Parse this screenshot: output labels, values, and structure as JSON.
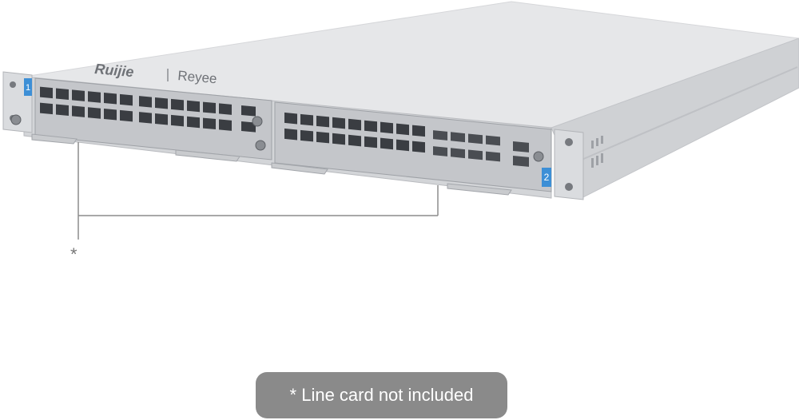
{
  "product": {
    "brand_ruijie": "Ruijie",
    "brand_reyee": "Reyee",
    "slot1_number": "1",
    "slot2_number": "2"
  },
  "callout": {
    "marker": "*",
    "note": "* Line card not included"
  },
  "colors": {
    "chassis_top": "#e4e5e7",
    "chassis_front": "#cfd1d4",
    "port_dark": "#3a3d42",
    "slot_badge": "#3d8fd6",
    "callout_line": "#8c8c8c",
    "note_bg": "#8a8a8a"
  }
}
